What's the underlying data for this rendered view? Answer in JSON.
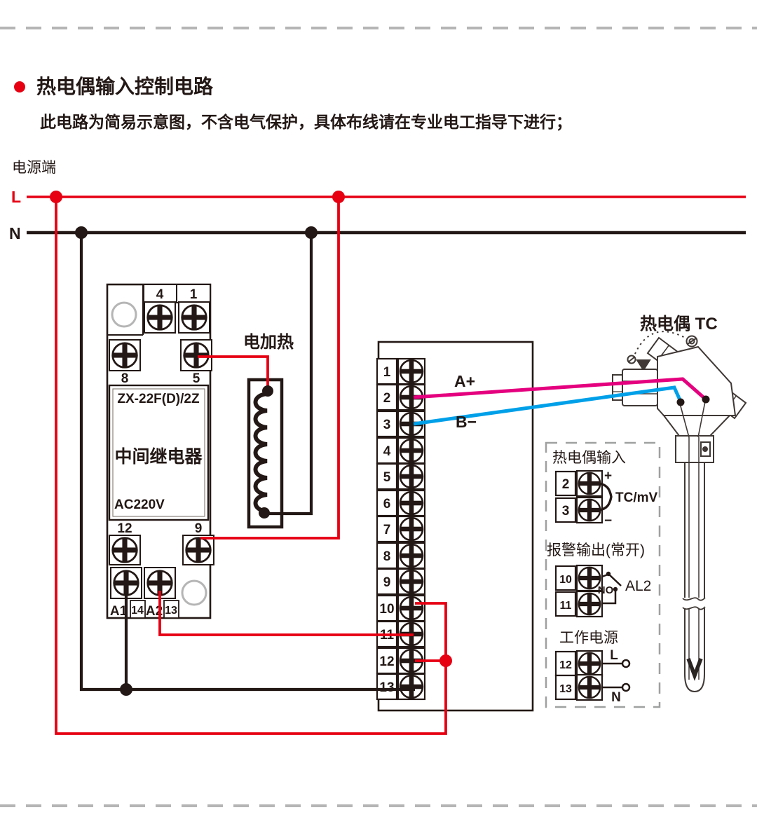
{
  "header": {
    "title": "热电偶输入控制电路",
    "subtitle": "此电路为简易示意图，不含电气保护，具体布线请在专业电工指导下进行；"
  },
  "power": {
    "section_label": "电源端",
    "live_label": "L",
    "neutral_label": "N"
  },
  "heater": {
    "label": "电加热"
  },
  "relay": {
    "model": "ZX-22F(D)/2Z",
    "name": "中间继电器",
    "voltage": "AC220V",
    "terminal_4": "4",
    "terminal_1": "1",
    "terminal_8": "8",
    "terminal_5": "5",
    "terminal_12": "12",
    "terminal_9": "9",
    "terminal_a1": "A1",
    "terminal_14": "14",
    "terminal_a2": "A2",
    "terminal_13": "13"
  },
  "instrument": {
    "terminals": [
      "1",
      "2",
      "3",
      "4",
      "5",
      "6",
      "7",
      "8",
      "9",
      "10",
      "11",
      "12",
      "13"
    ],
    "wire_a_label": "A+",
    "wire_b_label": "B−"
  },
  "thermocouple": {
    "label": "热电偶 TC"
  },
  "detail_panel": {
    "input_section": {
      "title": "热电偶输入",
      "terminal_2": "2",
      "terminal_3": "3",
      "plus": "+",
      "minus": "−",
      "signal": "TC/mV"
    },
    "alarm_section": {
      "title": "报警输出(常开)",
      "terminal_10": "10",
      "terminal_11": "11",
      "contact": "NO",
      "output": "AL2"
    },
    "supply_section": {
      "title": "工作电源",
      "terminal_12": "12",
      "terminal_13": "13",
      "live": "L",
      "neutral": "N"
    }
  },
  "colors": {
    "red": "#e60012",
    "magenta": "#e4007e",
    "blue": "#00a0e9",
    "ink": "#231815",
    "gray": "#b5b5b6"
  }
}
